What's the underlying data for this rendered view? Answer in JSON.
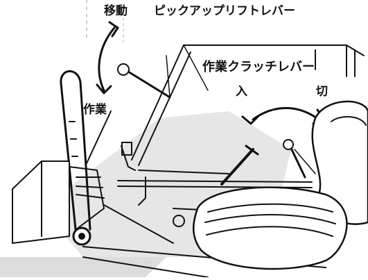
{
  "labels": {
    "move": "移動",
    "pickup_lift_lever": "ピックアップリフトレバー",
    "work_clutch_lever": "作業クラッチレバー",
    "engage": "入",
    "disengage": "切",
    "work": "作業"
  }
}
